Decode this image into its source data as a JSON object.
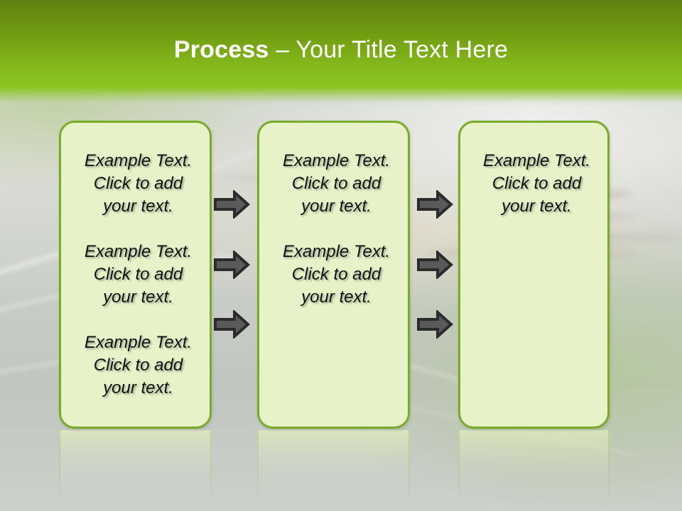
{
  "slide": {
    "title": {
      "strong": "Process",
      "rest": " – Your Title Text Here"
    },
    "colors": {
      "header_top": "#5d8212",
      "header_bottom": "#8cc421",
      "card_fill": "#e7f2c9",
      "card_border": "#7aab26",
      "arrow_fill": "#5a5a5a",
      "arrow_outline": "#2b2b2b",
      "title_text": "#ffffff",
      "body_text": "#111111"
    },
    "cards": [
      {
        "name": "process-card-1",
        "blocks": [
          "Example Text. Click  to add your text.",
          "Example Text. Click  to add your text.",
          "Example Text. Click  to add your text."
        ]
      },
      {
        "name": "process-card-2",
        "blocks": [
          "Example Text. Click  to add your text.",
          "Example Text. Click  to add your text."
        ]
      },
      {
        "name": "process-card-3",
        "blocks": [
          "Example Text. Click  to add your text."
        ]
      }
    ],
    "arrows": [
      {
        "name": "arrow-1-1",
        "icon": "arrow-right-icon"
      },
      {
        "name": "arrow-1-2",
        "icon": "arrow-right-icon"
      },
      {
        "name": "arrow-1-3",
        "icon": "arrow-right-icon"
      },
      {
        "name": "arrow-2-1",
        "icon": "arrow-right-icon"
      },
      {
        "name": "arrow-2-2",
        "icon": "arrow-right-icon"
      },
      {
        "name": "arrow-2-3",
        "icon": "arrow-right-icon"
      }
    ]
  }
}
